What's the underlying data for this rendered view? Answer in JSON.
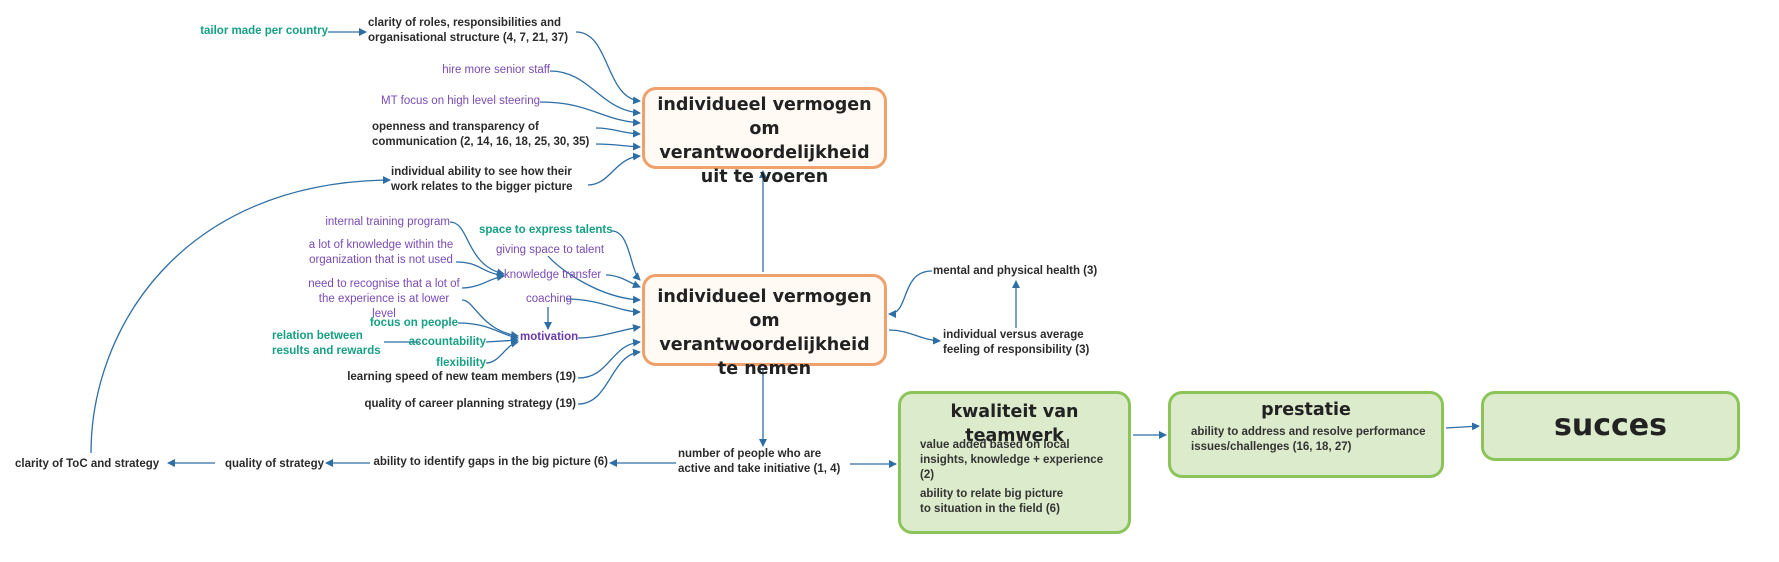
{
  "colors": {
    "edge": "#2e6ea6",
    "orange_border": "#f0a06a",
    "green_border": "#8bc55a",
    "green_fill": "#dcebcb",
    "purple_text": "#7a4bb3",
    "green_text": "#17a085"
  },
  "boxes": {
    "top": "individueel vermogen om verantwoordelijkheid uit te voeren",
    "middle": "individueel vermogen om verantwoordelijkheid te nemen",
    "teamwork": {
      "title": "kwaliteit van teamwerk",
      "items": [
        "value added based on local insights, knowledge + experience (2)",
        "ability to relate big picture to situation in the field (6)"
      ]
    },
    "prestatie": {
      "title": "prestatie",
      "items": [
        "ability to address and resolve performance issues/challenges (16, 18, 27)"
      ]
    },
    "succes": "succes"
  },
  "labels": {
    "tailor": "tailor made per country",
    "clarity_roles": "clarity of roles, responsibilities and organisational structure (4, 7, 21, 37)",
    "hire": "hire more senior staff",
    "mt_focus": "MT focus on high level steering",
    "openness": "openness and transparency of communication (2, 14, 16, 18, 25, 30, 35)",
    "see_picture": "individual ability to see how their work relates to the bigger picture",
    "internal_training": "internal training program",
    "space_talents": "space to express talents",
    "giving_space": "giving space to talent",
    "lot_knowledge": "a lot of knowledge within the organization that is not used",
    "knowledge_transfer": "knowledge transfer",
    "recognise": "need to recognise that a lot of the experience is at lower level",
    "coaching": "coaching",
    "focus_people": "focus on people",
    "relation": "relation between results and rewards",
    "accountability": "accountability",
    "motivation": "motivation",
    "flexibility": "flexibility",
    "learning_speed": "learning speed of new team members (19)",
    "career": "quality of career planning strategy (19)",
    "mental": "mental and physical health (3)",
    "indiv_avg": "individual versus average feeling of responsibility (3)",
    "number_people": "number of people who are active and take initiative (1, 4)",
    "gaps": "ability to identify gaps in the big picture (6)",
    "quality_strategy": "quality of strategy",
    "clarity_toc": "clarity of ToC and strategy"
  }
}
